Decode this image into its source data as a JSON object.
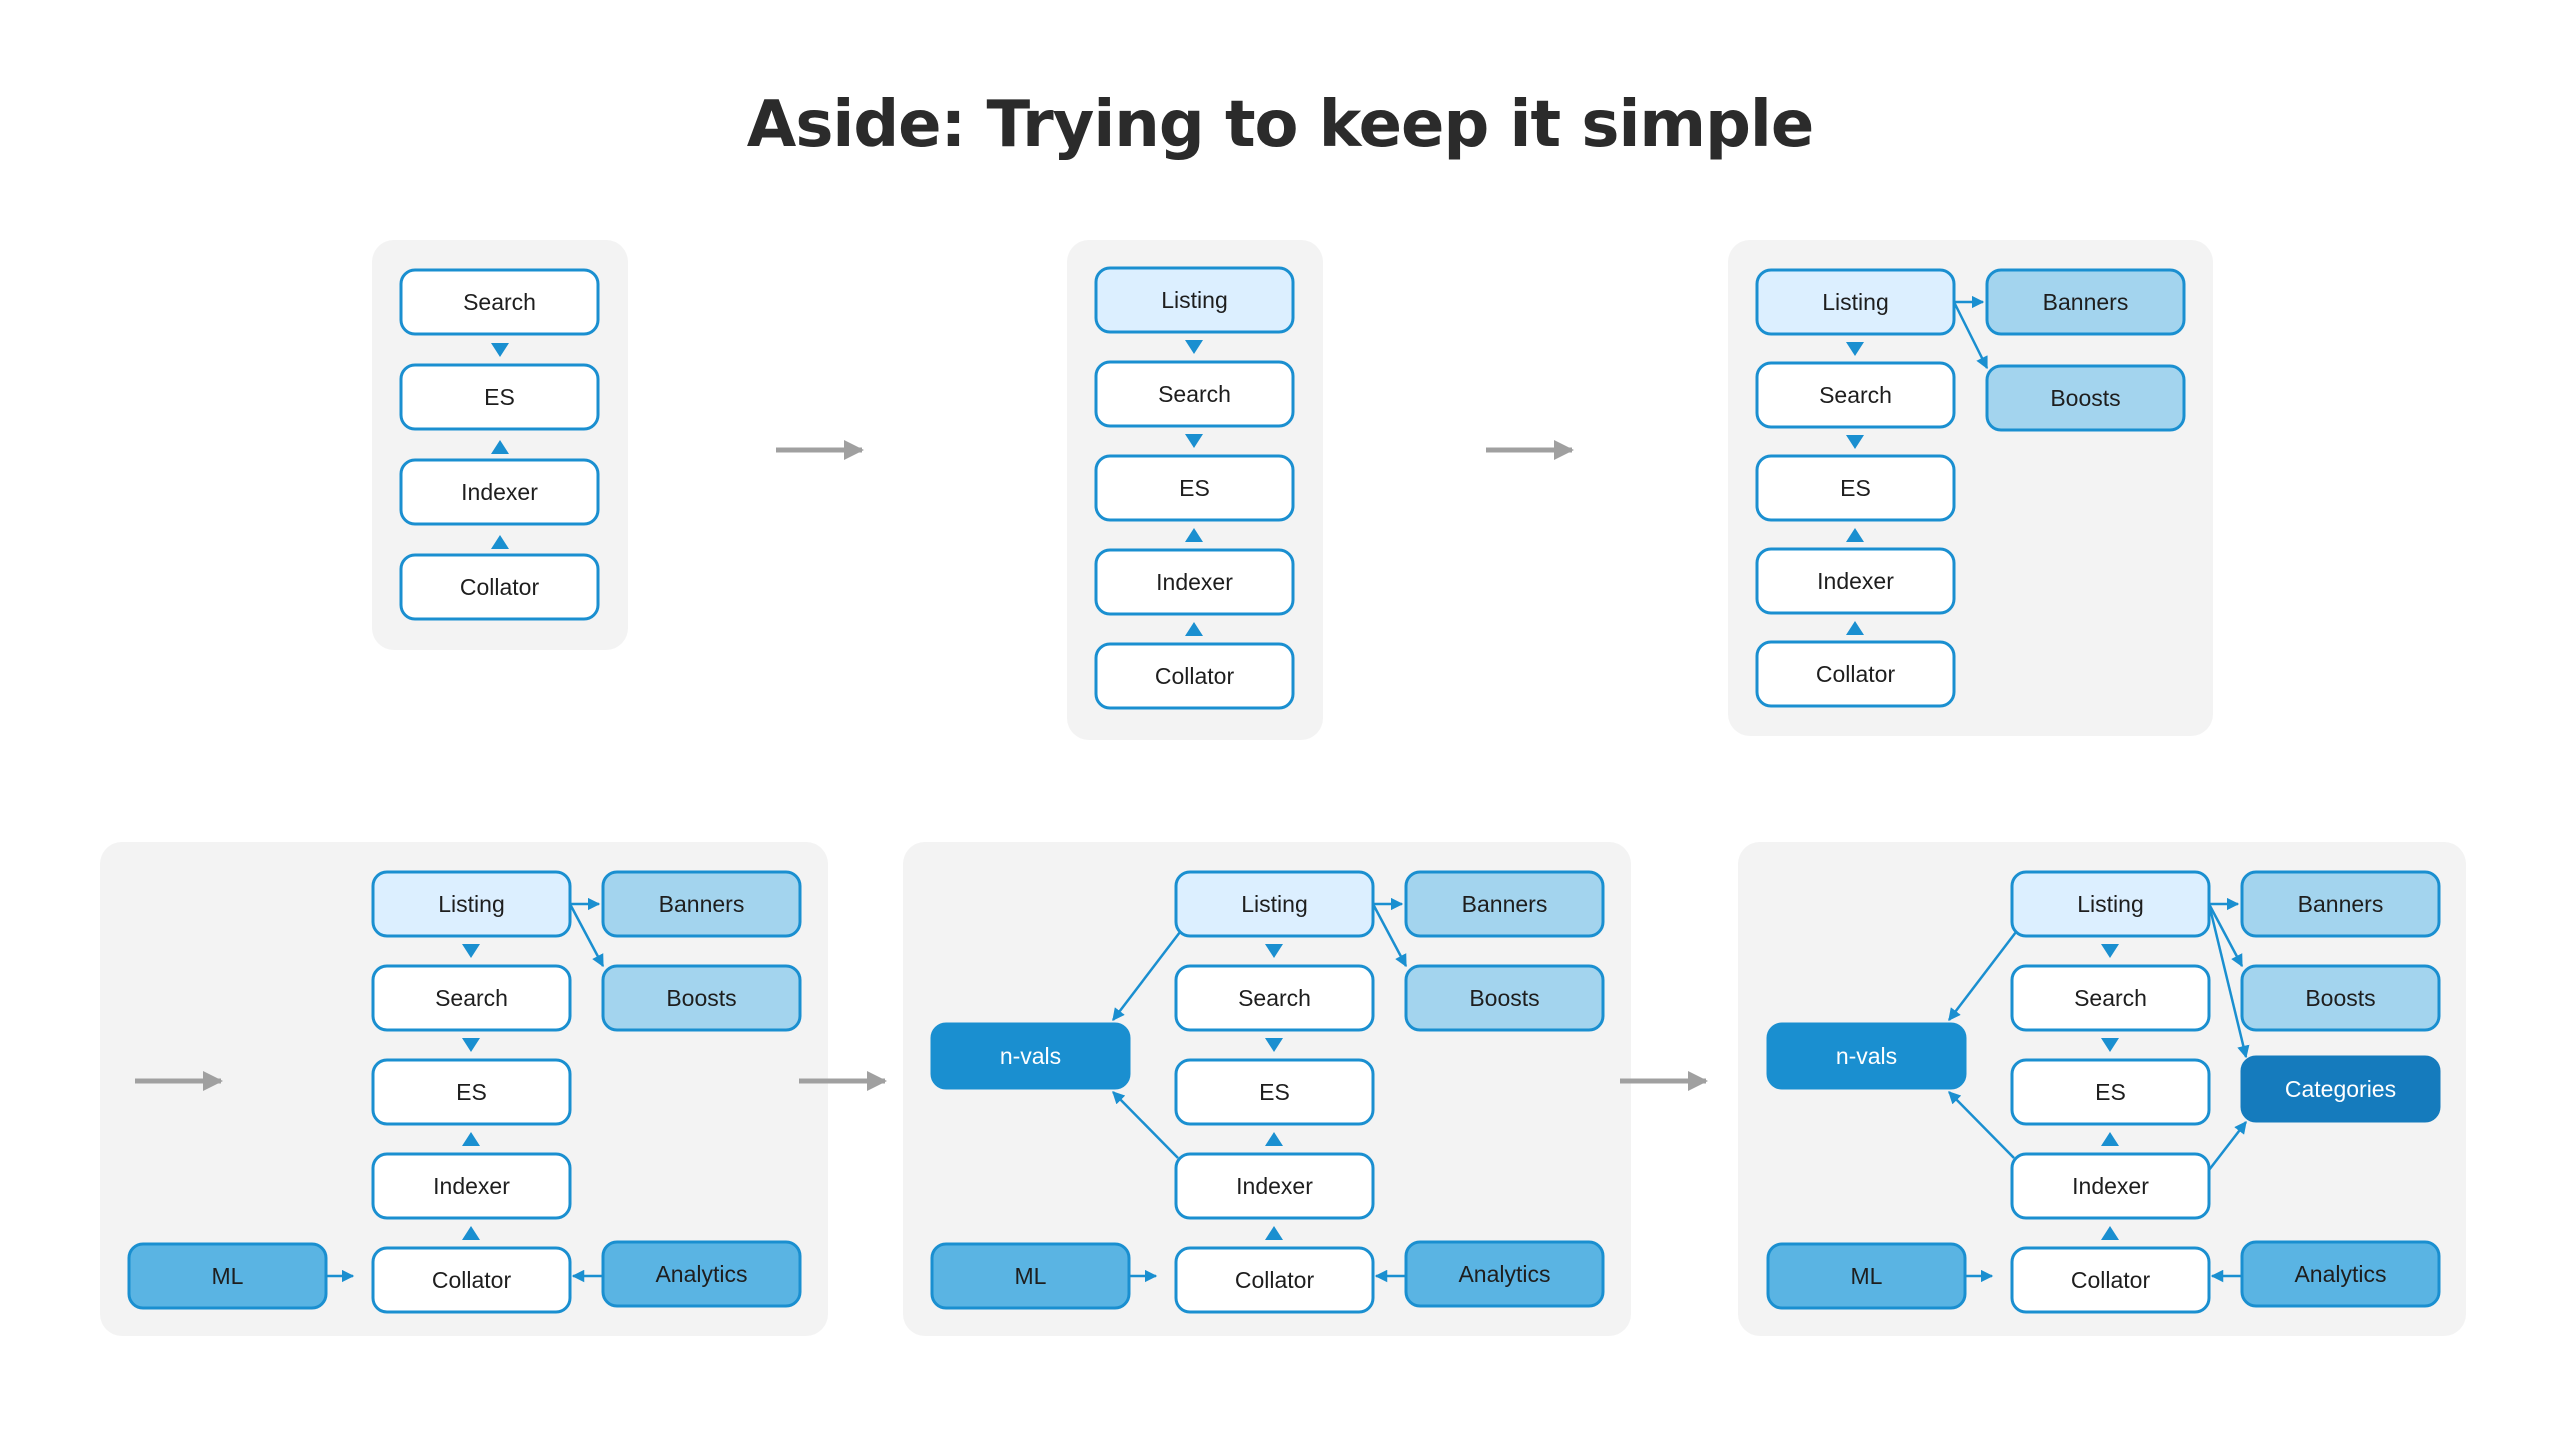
{
  "title": "Aside: Trying to keep it simple",
  "colors": {
    "panel_bg": "#f3f3f3",
    "accent": "#1a8fd0",
    "box_white": "#ffffff",
    "box_light": "#dcefff",
    "box_medium": "#a3d4ee",
    "box_strong": "#5ab4e3",
    "box_solid": "#1a8fd0",
    "box_dark": "#157bbd",
    "stage_arrow": "#a0a0a0"
  },
  "stages": [
    {
      "label": "stage-1",
      "nodes": [
        "Search",
        "ES",
        "Indexer",
        "Collator"
      ]
    },
    {
      "label": "stage-2",
      "nodes": [
        "Listing",
        "Search",
        "ES",
        "Indexer",
        "Collator"
      ]
    },
    {
      "label": "stage-3",
      "nodes": [
        "Listing",
        "Search",
        "ES",
        "Indexer",
        "Collator",
        "Banners",
        "Boosts"
      ]
    },
    {
      "label": "stage-4",
      "nodes": [
        "Listing",
        "Search",
        "ES",
        "Indexer",
        "Collator",
        "Banners",
        "Boosts",
        "ML",
        "Analytics"
      ]
    },
    {
      "label": "stage-5",
      "nodes": [
        "Listing",
        "Search",
        "ES",
        "Indexer",
        "Collator",
        "Banners",
        "Boosts",
        "ML",
        "Analytics",
        "n-vals"
      ]
    },
    {
      "label": "stage-6",
      "nodes": [
        "Listing",
        "Search",
        "ES",
        "Indexer",
        "Collator",
        "Banners",
        "Boosts",
        "ML",
        "Analytics",
        "n-vals",
        "Categories"
      ]
    }
  ]
}
